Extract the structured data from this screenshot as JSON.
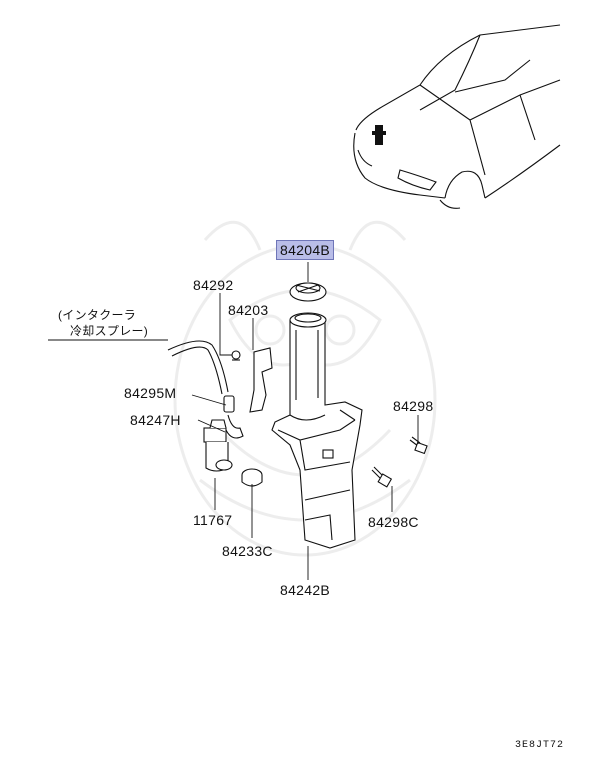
{
  "diagram": {
    "callouts": {
      "p84204b": "84204B",
      "p84292": "84292",
      "p84203": "84203",
      "p84295m": "84295M",
      "p84247h": "84247H",
      "p11767": "11767",
      "p84233c": "84233C",
      "p84242b": "84242B",
      "p84298": "84298",
      "p84298c": "84298C"
    },
    "note": {
      "line1": "(インタクーラ",
      "line2": "冷却スプレー)"
    },
    "highlighted_part": "84204B",
    "highlight_color": "#b9bde8",
    "diagram_code": "3E8JT72"
  }
}
